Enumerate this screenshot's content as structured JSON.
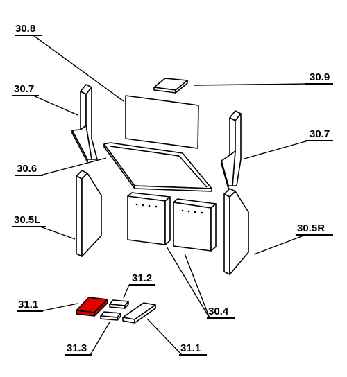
{
  "diagram": {
    "highlight_color": "#e00000",
    "labels": {
      "p30_8": "30.8",
      "p30_9": "30.9",
      "p30_7_left": "30.7",
      "p30_7_right": "30.7",
      "p30_6": "30.6",
      "p30_5L": "30.5L",
      "p30_5R": "30.5R",
      "p30_4": "30.4",
      "p31_2": "31.2",
      "p31_1_left": "31.1",
      "p31_1_right": "31.1",
      "p31_3": "31.3"
    }
  }
}
